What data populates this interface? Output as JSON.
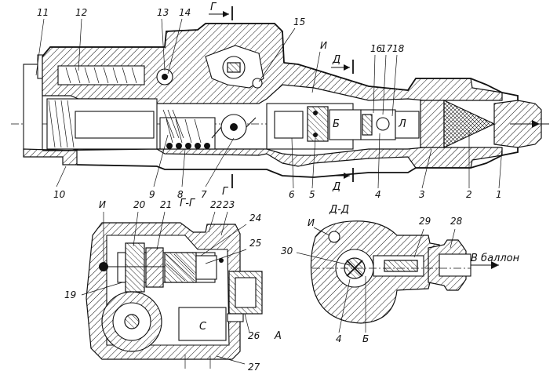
{
  "main_view": {
    "callouts": [
      "11",
      "12",
      "13",
      "14",
      "15",
      "И",
      "16",
      "17",
      "18",
      "10",
      "9",
      "8",
      "7",
      "6",
      "5",
      "4",
      "3",
      "2",
      "1"
    ],
    "section_marks": {
      "g_top": "Г",
      "g_bottom": "Г",
      "d_top": "Д",
      "d_bottom": "Д"
    },
    "inner_labels": {
      "b": "Б",
      "l": "Л"
    }
  },
  "section_gg": {
    "title": "Г-Г",
    "callouts": [
      "И",
      "20",
      "21",
      "22",
      "23",
      "24",
      "25",
      "19",
      "26",
      "27"
    ],
    "inner_labels": {
      "c": "С",
      "a": "А"
    }
  },
  "section_dd": {
    "title": "Д-Д",
    "callouts": [
      "И",
      "29",
      "28",
      "30",
      "4",
      "Б"
    ],
    "arrow_label": "В баллон"
  }
}
